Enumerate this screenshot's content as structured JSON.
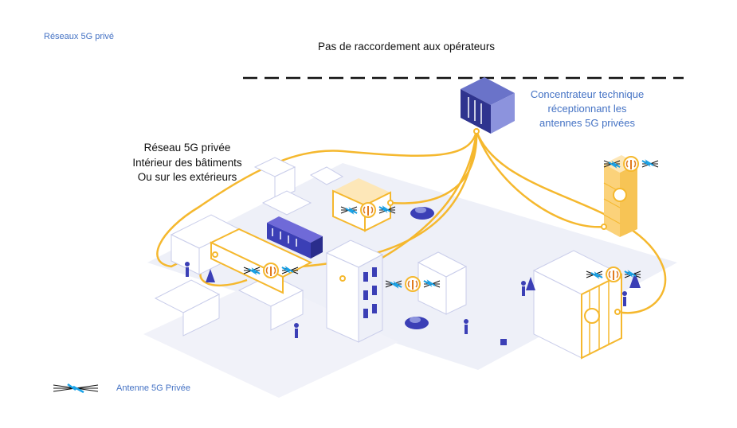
{
  "slide_title": "Réseaux 5G privé",
  "top_caption": "Pas de raccordement aux opérateurs",
  "hub_caption": [
    "Concentrateur technique",
    "réceptionnant les",
    "antennes 5G privées"
  ],
  "network_caption": [
    "Réseau 5G privée",
    "Intérieur des bâtiments",
    "Ou sur les extérieurs"
  ],
  "legend": {
    "label": "Antenne 5G Privée",
    "icon": "lightning-antenna-icon"
  },
  "colors": {
    "accent_blue": "#4472c4",
    "network_line": "#f5b82e",
    "building_purple": "#3b3fb6",
    "ground": "#eef0f8"
  }
}
